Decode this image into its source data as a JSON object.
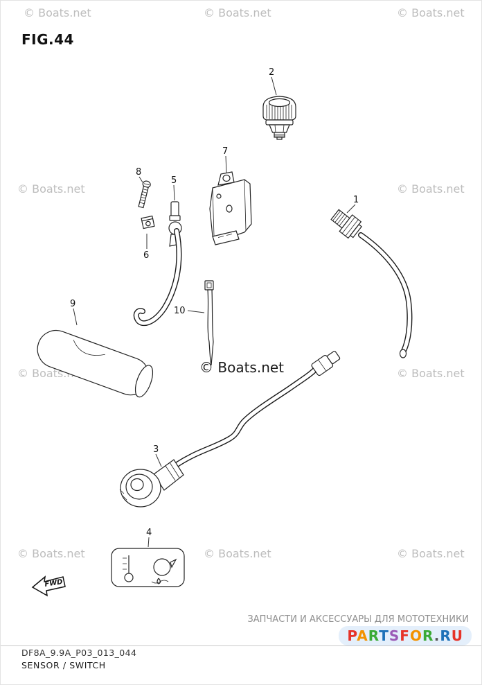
{
  "figure": {
    "title": "FIG.44"
  },
  "watermark": {
    "text": "© Boats.net"
  },
  "callout_refs": [
    "1",
    "2",
    "3",
    "4",
    "5",
    "6",
    "7",
    "8",
    "9",
    "10"
  ],
  "fwd_marker": {
    "label": "FWD"
  },
  "footer": {
    "part_code": "DF8A_9.9A_P03_013_044",
    "figure_name": "SENSOR / SWITCH",
    "tagline": "ЗАПЧАСТИ И АКСЕССУАРЫ ДЛЯ МОТОТЕХНИКИ",
    "logo_text": "PARTSFOR.RU",
    "logo_colors": [
      "#e63329",
      "#f39200",
      "#3aaa35",
      "#1d71b8",
      "#9b59b6",
      "#e63329",
      "#f39200",
      "#3aaa35",
      "#555555",
      "#1d71b8",
      "#e63329"
    ]
  },
  "colors": {
    "line": "#222222",
    "watermark": "#bdbdbd",
    "watermark_dark": "#1a1a1a"
  }
}
